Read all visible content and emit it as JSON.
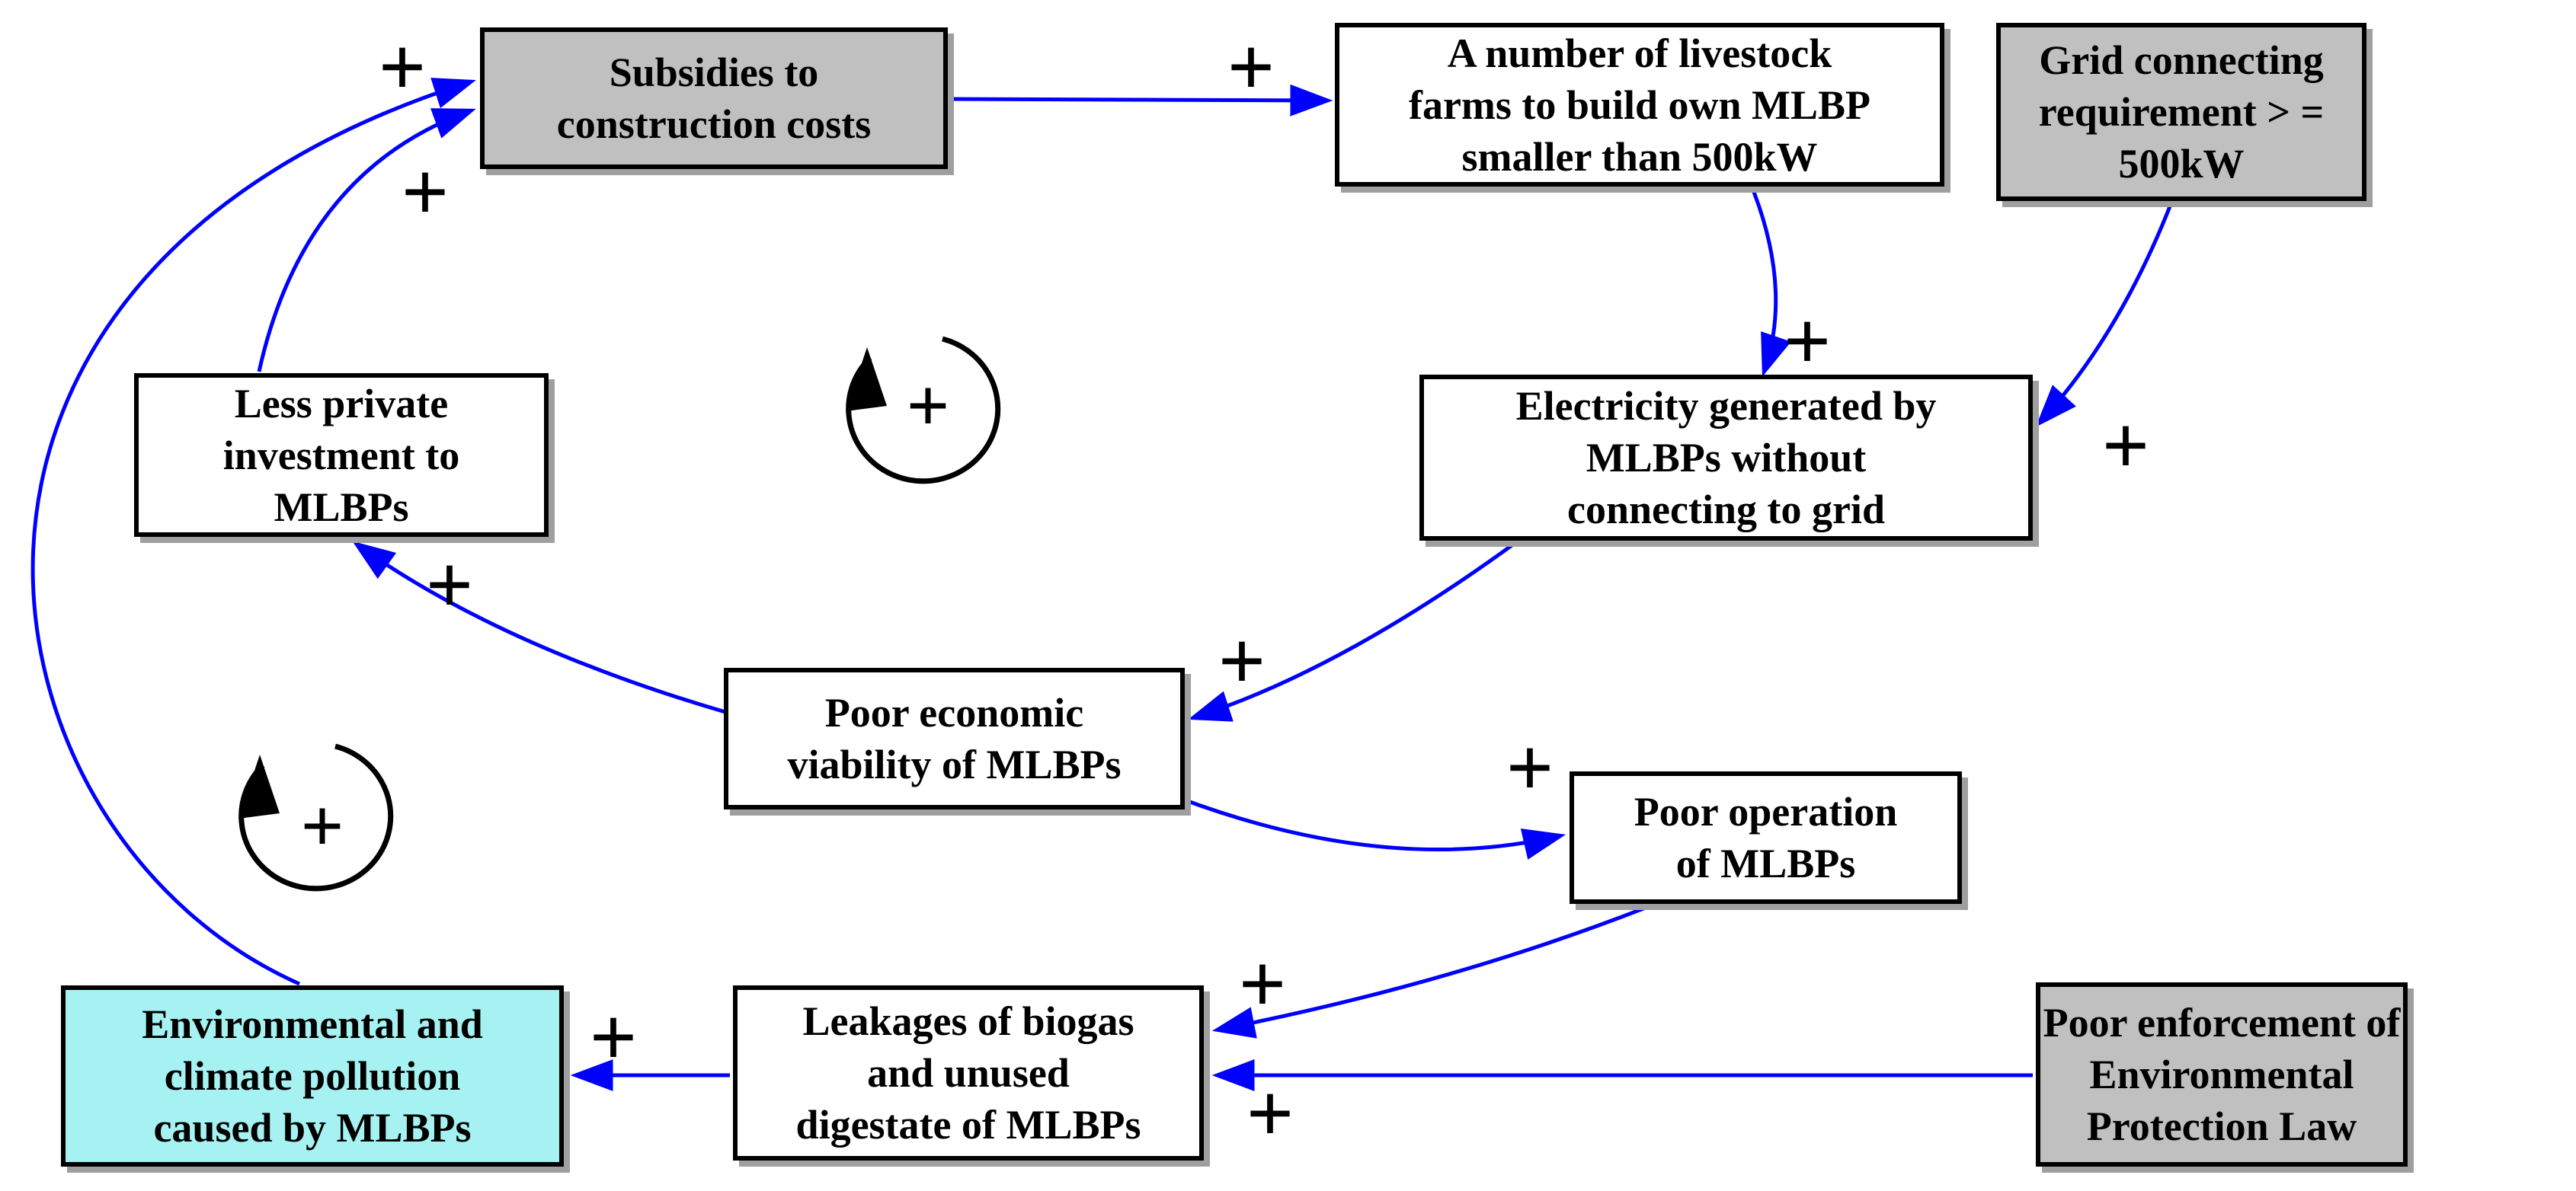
{
  "diagram": {
    "type": "causal-loop-diagram",
    "colors": {
      "arrow_blue": "#0000ff",
      "node_gray": "#c0c0c0",
      "node_white": "#ffffff",
      "node_cyan": "#a6f2f2",
      "border_black": "#000000",
      "text_black": "#000000"
    },
    "nodes": [
      {
        "id": "subsidies",
        "style": "gray",
        "label": "Subsidies to construction costs",
        "lines": [
          "Subsidies to",
          "construction costs"
        ]
      },
      {
        "id": "livestock_farms",
        "style": "white",
        "label": "A number of livestock farms to build own MLBP smaller than 500kW",
        "lines": [
          "A number of livestock",
          "farms to build own MLBP",
          "smaller than 500kW"
        ]
      },
      {
        "id": "grid_requirement",
        "style": "gray",
        "label": "Grid connecting requirement > = 500kW",
        "lines": [
          "Grid connecting",
          "requirement > =",
          "500kW"
        ]
      },
      {
        "id": "less_private_investment",
        "style": "white",
        "label": "Less private investment to MLBPs",
        "lines": [
          "Less private",
          "investment to",
          "MLBPs"
        ]
      },
      {
        "id": "electricity_without_grid",
        "style": "white",
        "label": "Electricity generated by MLBPs without connecting to grid",
        "lines": [
          "Electricity generated by",
          "MLBPs without",
          "connecting to grid"
        ]
      },
      {
        "id": "poor_economic_viability",
        "style": "white",
        "label": "Poor economic viability of MLBPs",
        "lines": [
          "Poor economic",
          "viability of MLBPs"
        ]
      },
      {
        "id": "poor_operation",
        "style": "white",
        "label": "Poor operation of MLBPs",
        "lines": [
          "Poor operation",
          "of MLBPs"
        ]
      },
      {
        "id": "pollution",
        "style": "cyan",
        "label": "Environmental and climate pollution caused by MLBPs",
        "lines": [
          "Environmental and",
          "climate pollution",
          "caused by MLBPs"
        ]
      },
      {
        "id": "leakages",
        "style": "white",
        "label": "Leakages of biogas and unused digestate of MLBPs",
        "lines": [
          "Leakages of biogas",
          "and unused",
          "digestate of MLBPs"
        ]
      },
      {
        "id": "poor_enforcement",
        "style": "gray",
        "label": "Poor enforcement of Environmental Protection Law",
        "lines": [
          "Poor enforcement of",
          "Environmental",
          "Protection Law"
        ]
      }
    ],
    "links": [
      {
        "from": "subsidies",
        "to": "livestock_farms",
        "polarity": "+"
      },
      {
        "from": "livestock_farms",
        "to": "electricity_without_grid",
        "polarity": "+"
      },
      {
        "from": "grid_requirement",
        "to": "electricity_without_grid",
        "polarity": "+"
      },
      {
        "from": "electricity_without_grid",
        "to": "poor_economic_viability",
        "polarity": "+"
      },
      {
        "from": "poor_economic_viability",
        "to": "less_private_investment",
        "polarity": "+"
      },
      {
        "from": "less_private_investment",
        "to": "subsidies",
        "polarity": "+"
      },
      {
        "from": "pollution",
        "to": "subsidies",
        "polarity": "+"
      },
      {
        "from": "poor_economic_viability",
        "to": "poor_operation",
        "polarity": "+"
      },
      {
        "from": "poor_operation",
        "to": "leakages",
        "polarity": "+"
      },
      {
        "from": "poor_enforcement",
        "to": "leakages",
        "polarity": "+"
      },
      {
        "from": "leakages",
        "to": "pollution",
        "polarity": "+"
      }
    ],
    "loops": [
      {
        "id": "loop-1",
        "polarity": "+"
      },
      {
        "id": "loop-2",
        "polarity": "+"
      }
    ]
  }
}
